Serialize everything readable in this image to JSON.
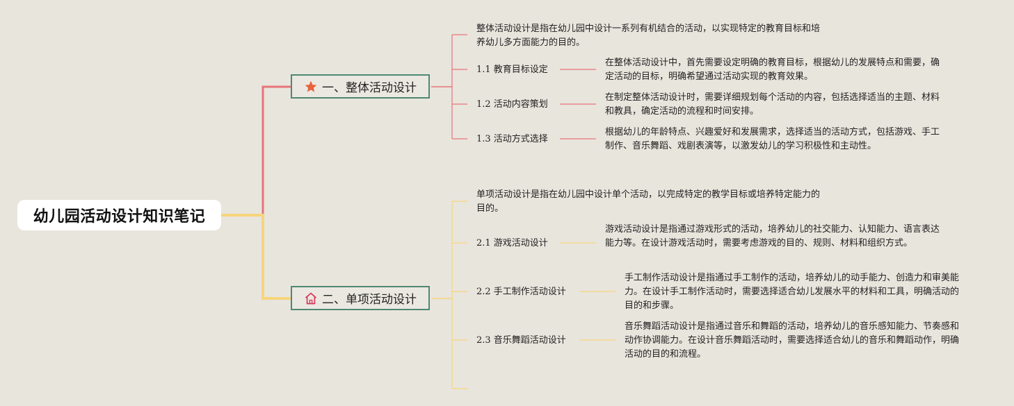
{
  "root": {
    "title": "幼儿园活动设计知识笔记"
  },
  "branches": [
    {
      "label": "一、整体活动设计",
      "icon": "star-icon",
      "color": "#e8747a",
      "description": "整体活动设计是指在幼儿园中设计一系列有机结合的活动，以实现特定的教育目标和培养幼儿多方面能力的目的。",
      "items": [
        {
          "label": "1.1 教育目标设定",
          "text": "在整体活动设计中，首先需要设定明确的教育目标，根据幼儿的发展特点和需要，确定活动的目标，明确希望通过活动实现的教育效果。"
        },
        {
          "label": "1.2 活动内容策划",
          "text": "在制定整体活动设计时，需要详细规划每个活动的内容，包括选择适当的主题、材料和教具，确定活动的流程和时间安排。"
        },
        {
          "label": "1.3 活动方式选择",
          "text": "根据幼儿的年龄特点、兴趣爱好和发展需求，选择适当的活动方式，包括游戏、手工制作、音乐舞蹈、戏剧表演等，以激发幼儿的学习积极性和主动性。"
        }
      ]
    },
    {
      "label": "二、单项活动设计",
      "icon": "home-icon",
      "color": "#f7d57d",
      "description": "单项活动设计是指在幼儿园中设计单个活动，以完成特定的教学目标或培养特定能力的目的。",
      "items": [
        {
          "label": "2.1 游戏活动设计",
          "text": "游戏活动设计是指通过游戏形式的活动，培养幼儿的社交能力、认知能力、语言表达能力等。在设计游戏活动时，需要考虑游戏的目的、规则、材料和组织方式。"
        },
        {
          "label": "2.2 手工制作活动设计",
          "text": "手工制作活动设计是指通过手工制作的活动，培养幼儿的动手能力、创造力和审美能力。在设计手工制作活动时，需要选择适合幼儿发展水平的材料和工具，明确活动的目的和步骤。"
        },
        {
          "label": "2.3 音乐舞蹈活动设计",
          "text": "音乐舞蹈活动设计是指通过音乐和舞蹈的活动，培养幼儿的音乐感知能力、节奏感和动作协调能力。在设计音乐舞蹈活动时，需要选择适合幼儿的音乐和舞蹈动作，明确活动的目的和流程。"
        }
      ]
    }
  ]
}
